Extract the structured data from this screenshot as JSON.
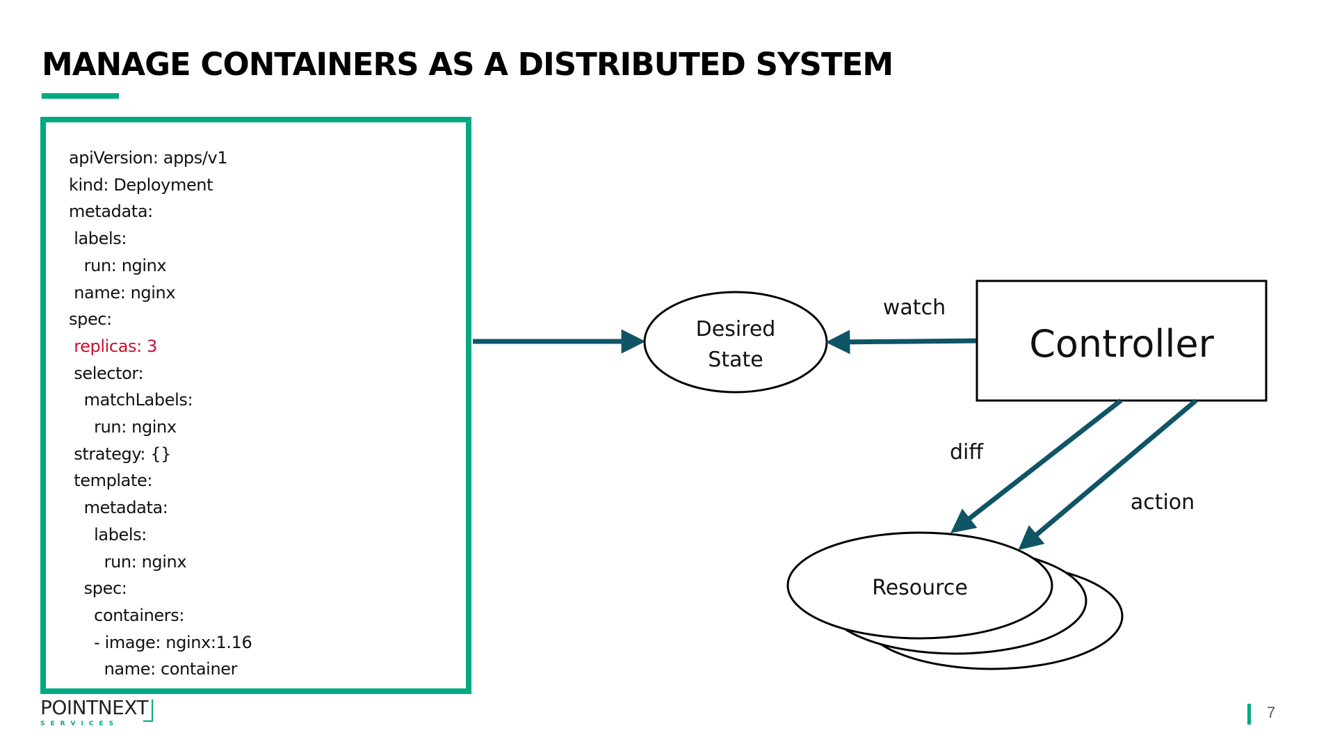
{
  "title": "MANAGE CONTAINERS AS A DISTRIBUTED SYSTEM",
  "manifest": {
    "lines": [
      {
        "text": "apiVersion: apps/v1",
        "highlight": false
      },
      {
        "text": "kind: Deployment",
        "highlight": false
      },
      {
        "text": "metadata:",
        "highlight": false
      },
      {
        "text": " labels:",
        "highlight": false
      },
      {
        "text": "   run: nginx",
        "highlight": false
      },
      {
        "text": " name: nginx",
        "highlight": false
      },
      {
        "text": "spec:",
        "highlight": false
      },
      {
        "text": " replicas: 3",
        "highlight": true
      },
      {
        "text": " selector:",
        "highlight": false
      },
      {
        "text": "   matchLabels:",
        "highlight": false
      },
      {
        "text": "     run: nginx",
        "highlight": false
      },
      {
        "text": " strategy: {}",
        "highlight": false
      },
      {
        "text": " template:",
        "highlight": false
      },
      {
        "text": "   metadata:",
        "highlight": false
      },
      {
        "text": "     labels:",
        "highlight": false
      },
      {
        "text": "       run: nginx",
        "highlight": false
      },
      {
        "text": "   spec:",
        "highlight": false
      },
      {
        "text": "     containers:",
        "highlight": false
      },
      {
        "text": "     - image: nginx:1.16",
        "highlight": false
      },
      {
        "text": "       name: container",
        "highlight": false
      }
    ],
    "highlight_color": "#c8102e"
  },
  "diagram": {
    "desired_state_line1": "Desired",
    "desired_state_line2": "State",
    "controller": "Controller",
    "resource": "Resource",
    "watch": "watch",
    "diff": "diff",
    "action": "action",
    "arrow_color": "#0f5566"
  },
  "footer": {
    "logo_text": "POINTNEXT",
    "logo_subtext": "SERVICES",
    "page_number": "7"
  },
  "colors": {
    "accent": "#01a982"
  }
}
